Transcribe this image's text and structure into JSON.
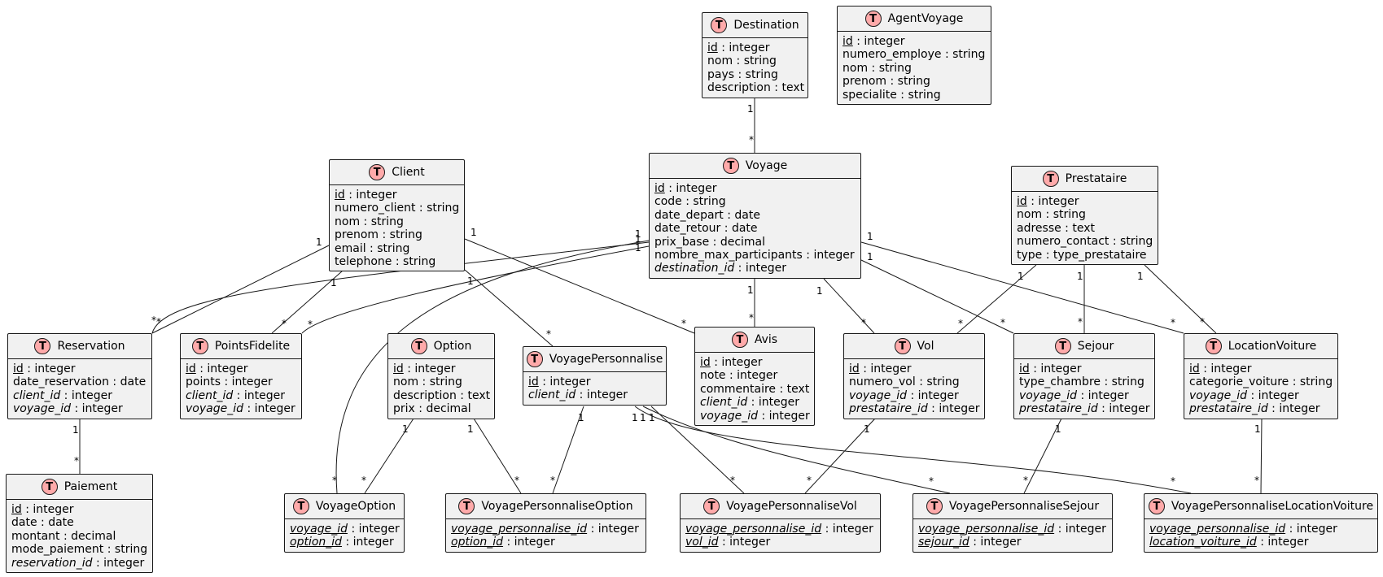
{
  "entities": [
    {
      "id": "Destination",
      "name": "Destination",
      "attrs": [
        {
          "name": "id",
          "type": "integer",
          "pk": true
        },
        {
          "name": "nom",
          "type": "string"
        },
        {
          "name": "pays",
          "type": "string"
        },
        {
          "name": "description",
          "type": "text"
        }
      ]
    },
    {
      "id": "AgentVoyage",
      "name": "AgentVoyage",
      "attrs": [
        {
          "name": "id",
          "type": "integer",
          "pk": true
        },
        {
          "name": "numero_employe",
          "type": "string"
        },
        {
          "name": "nom",
          "type": "string"
        },
        {
          "name": "prenom",
          "type": "string"
        },
        {
          "name": "specialite",
          "type": "string"
        }
      ]
    },
    {
      "id": "Client",
      "name": "Client",
      "attrs": [
        {
          "name": "id",
          "type": "integer",
          "pk": true
        },
        {
          "name": "numero_client",
          "type": "string"
        },
        {
          "name": "nom",
          "type": "string"
        },
        {
          "name": "prenom",
          "type": "string"
        },
        {
          "name": "email",
          "type": "string"
        },
        {
          "name": "telephone",
          "type": "string"
        }
      ]
    },
    {
      "id": "Voyage",
      "name": "Voyage",
      "attrs": [
        {
          "name": "id",
          "type": "integer",
          "pk": true
        },
        {
          "name": "code",
          "type": "string"
        },
        {
          "name": "date_depart",
          "type": "date"
        },
        {
          "name": "date_retour",
          "type": "date"
        },
        {
          "name": "prix_base",
          "type": "decimal"
        },
        {
          "name": "nombre_max_participants",
          "type": "integer"
        },
        {
          "name": "destination_id",
          "type": "integer",
          "fk": true
        }
      ]
    },
    {
      "id": "Prestataire",
      "name": "Prestataire",
      "attrs": [
        {
          "name": "id",
          "type": "integer",
          "pk": true
        },
        {
          "name": "nom",
          "type": "string"
        },
        {
          "name": "adresse",
          "type": "text"
        },
        {
          "name": "numero_contact",
          "type": "string"
        },
        {
          "name": "type",
          "type": "type_prestataire"
        }
      ]
    },
    {
      "id": "Reservation",
      "name": "Reservation",
      "attrs": [
        {
          "name": "id",
          "type": "integer",
          "pk": true
        },
        {
          "name": "date_reservation",
          "type": "date"
        },
        {
          "name": "client_id",
          "type": "integer",
          "fk": true
        },
        {
          "name": "voyage_id",
          "type": "integer",
          "fk": true
        }
      ]
    },
    {
      "id": "PointsFidelite",
      "name": "PointsFidelite",
      "attrs": [
        {
          "name": "id",
          "type": "integer",
          "pk": true
        },
        {
          "name": "points",
          "type": "integer"
        },
        {
          "name": "client_id",
          "type": "integer",
          "fk": true
        },
        {
          "name": "voyage_id",
          "type": "integer",
          "fk": true
        }
      ]
    },
    {
      "id": "Option",
      "name": "Option",
      "attrs": [
        {
          "name": "id",
          "type": "integer",
          "pk": true
        },
        {
          "name": "nom",
          "type": "string"
        },
        {
          "name": "description",
          "type": "text"
        },
        {
          "name": "prix",
          "type": "decimal"
        }
      ]
    },
    {
      "id": "VoyagePersonnalise",
      "name": "VoyagePersonnalise",
      "attrs": [
        {
          "name": "id",
          "type": "integer",
          "pk": true
        },
        {
          "name": "client_id",
          "type": "integer",
          "fk": true
        }
      ]
    },
    {
      "id": "Avis",
      "name": "Avis",
      "attrs": [
        {
          "name": "id",
          "type": "integer",
          "pk": true
        },
        {
          "name": "note",
          "type": "integer"
        },
        {
          "name": "commentaire",
          "type": "text"
        },
        {
          "name": "client_id",
          "type": "integer",
          "fk": true
        },
        {
          "name": "voyage_id",
          "type": "integer",
          "fk": true
        }
      ]
    },
    {
      "id": "Vol",
      "name": "Vol",
      "attrs": [
        {
          "name": "id",
          "type": "integer",
          "pk": true
        },
        {
          "name": "numero_vol",
          "type": "string"
        },
        {
          "name": "voyage_id",
          "type": "integer",
          "fk": true
        },
        {
          "name": "prestataire_id",
          "type": "integer",
          "fk": true
        }
      ]
    },
    {
      "id": "Sejour",
      "name": "Sejour",
      "attrs": [
        {
          "name": "id",
          "type": "integer",
          "pk": true
        },
        {
          "name": "type_chambre",
          "type": "string"
        },
        {
          "name": "voyage_id",
          "type": "integer",
          "fk": true
        },
        {
          "name": "prestataire_id",
          "type": "integer",
          "fk": true
        }
      ]
    },
    {
      "id": "LocationVoiture",
      "name": "LocationVoiture",
      "attrs": [
        {
          "name": "id",
          "type": "integer",
          "pk": true
        },
        {
          "name": "categorie_voiture",
          "type": "string"
        },
        {
          "name": "voyage_id",
          "type": "integer",
          "fk": true
        },
        {
          "name": "prestataire_id",
          "type": "integer",
          "fk": true
        }
      ]
    },
    {
      "id": "Paiement",
      "name": "Paiement",
      "attrs": [
        {
          "name": "id",
          "type": "integer",
          "pk": true
        },
        {
          "name": "date",
          "type": "date"
        },
        {
          "name": "montant",
          "type": "decimal"
        },
        {
          "name": "mode_paiement",
          "type": "string"
        },
        {
          "name": "reservation_id",
          "type": "integer",
          "fk": true
        }
      ]
    },
    {
      "id": "VoyageOption",
      "name": "VoyageOption",
      "attrs": [
        {
          "name": "voyage_id",
          "type": "integer",
          "pk": true,
          "fk": true
        },
        {
          "name": "option_id",
          "type": "integer",
          "pk": true,
          "fk": true
        }
      ]
    },
    {
      "id": "VoyagePersonnaliseOption",
      "name": "VoyagePersonnaliseOption",
      "attrs": [
        {
          "name": "voyage_personnalise_id",
          "type": "integer",
          "pk": true,
          "fk": true
        },
        {
          "name": "option_id",
          "type": "integer",
          "pk": true,
          "fk": true
        }
      ]
    },
    {
      "id": "VoyagePersonnaliseVol",
      "name": "VoyagePersonnaliseVol",
      "attrs": [
        {
          "name": "voyage_personnalise_id",
          "type": "integer",
          "pk": true,
          "fk": true
        },
        {
          "name": "vol_id",
          "type": "integer",
          "pk": true,
          "fk": true
        }
      ]
    },
    {
      "id": "VoyagePersonnaliseSejour",
      "name": "VoyagePersonnaliseSejour",
      "attrs": [
        {
          "name": "voyage_personnalise_id",
          "type": "integer",
          "pk": true,
          "fk": true
        },
        {
          "name": "sejour_id",
          "type": "integer",
          "pk": true,
          "fk": true
        }
      ]
    },
    {
      "id": "VoyagePersonnaliseLocationVoiture",
      "name": "VoyagePersonnaliseLocationVoiture",
      "attrs": [
        {
          "name": "voyage_personnalise_id",
          "type": "integer",
          "pk": true,
          "fk": true
        },
        {
          "name": "location_voiture_id",
          "type": "integer",
          "pk": true,
          "fk": true
        }
      ]
    }
  ],
  "relations": [
    {
      "from": "Destination",
      "to": "Voyage",
      "from_mult": "1",
      "to_mult": "*"
    },
    {
      "from": "Client",
      "to": "Reservation",
      "from_mult": "1",
      "to_mult": "*"
    },
    {
      "from": "Client",
      "to": "PointsFidelite",
      "from_mult": "1",
      "to_mult": "*"
    },
    {
      "from": "Client",
      "to": "VoyagePersonnalise",
      "from_mult": "1",
      "to_mult": "*"
    },
    {
      "from": "Client",
      "to": "Avis",
      "from_mult": "1",
      "to_mult": "*"
    },
    {
      "from": "Voyage",
      "to": "Reservation",
      "from_mult": "1",
      "to_mult": "*"
    },
    {
      "from": "Voyage",
      "to": "PointsFidelite",
      "from_mult": "1",
      "to_mult": "*"
    },
    {
      "from": "Voyage",
      "to": "VoyageOption",
      "from_mult": "1",
      "to_mult": "*"
    },
    {
      "from": "Voyage",
      "to": "Avis",
      "from_mult": "1",
      "to_mult": "*"
    },
    {
      "from": "Voyage",
      "to": "Vol",
      "from_mult": "1",
      "to_mult": "*"
    },
    {
      "from": "Voyage",
      "to": "Sejour",
      "from_mult": "1",
      "to_mult": "*"
    },
    {
      "from": "Voyage",
      "to": "LocationVoiture",
      "from_mult": "1",
      "to_mult": "*"
    },
    {
      "from": "Prestataire",
      "to": "Vol",
      "from_mult": "1",
      "to_mult": "*"
    },
    {
      "from": "Prestataire",
      "to": "Sejour",
      "from_mult": "1",
      "to_mult": "*"
    },
    {
      "from": "Prestataire",
      "to": "LocationVoiture",
      "from_mult": "1",
      "to_mult": "*"
    },
    {
      "from": "Reservation",
      "to": "Paiement",
      "from_mult": "1",
      "to_mult": "*"
    },
    {
      "from": "Option",
      "to": "VoyageOption",
      "from_mult": "1",
      "to_mult": "*"
    },
    {
      "from": "Option",
      "to": "VoyagePersonnaliseOption",
      "from_mult": "1",
      "to_mult": "*"
    },
    {
      "from": "VoyagePersonnalise",
      "to": "VoyagePersonnaliseOption",
      "from_mult": "1",
      "to_mult": "*"
    },
    {
      "from": "VoyagePersonnalise",
      "to": "VoyagePersonnaliseVol",
      "from_mult": "1",
      "to_mult": "*"
    },
    {
      "from": "VoyagePersonnalise",
      "to": "VoyagePersonnaliseSejour",
      "from_mult": "1",
      "to_mult": "*"
    },
    {
      "from": "VoyagePersonnalise",
      "to": "VoyagePersonnaliseLocationVoiture",
      "from_mult": "1",
      "to_mult": "*"
    },
    {
      "from": "Vol",
      "to": "VoyagePersonnaliseVol",
      "from_mult": "1",
      "to_mult": "*"
    },
    {
      "from": "Sejour",
      "to": "VoyagePersonnaliseSejour",
      "from_mult": "1",
      "to_mult": "*"
    },
    {
      "from": "LocationVoiture",
      "to": "VoyagePersonnaliseLocationVoiture",
      "from_mult": "1",
      "to_mult": "*"
    }
  ],
  "badge_letter": "T",
  "colors": {
    "box_fill": "#f1f1f1",
    "badge_fill": "#ffaaaa",
    "stroke": "#181818"
  }
}
